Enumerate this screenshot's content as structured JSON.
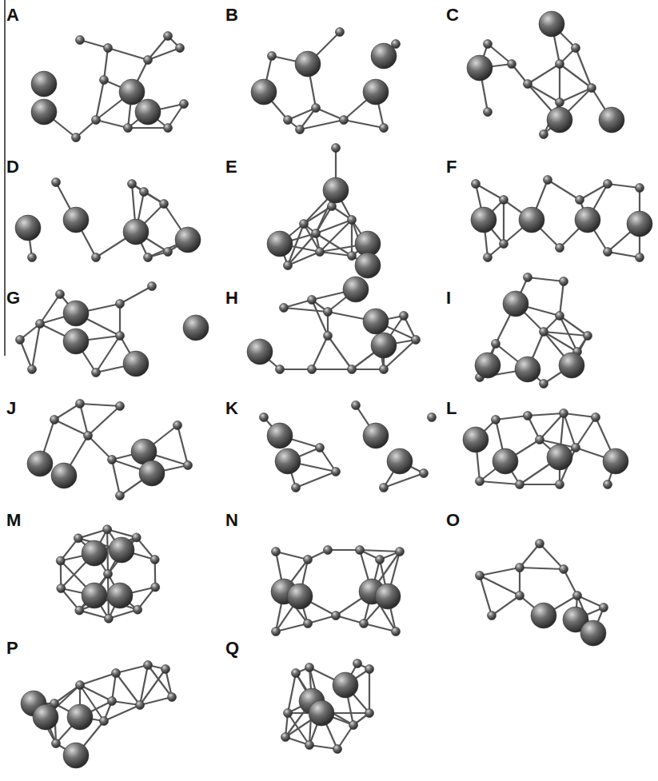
{
  "diagram": {
    "labels": [
      "A",
      "B",
      "C",
      "D",
      "E",
      "F",
      "G",
      "H",
      "I",
      "J",
      "K",
      "L",
      "M",
      "N",
      "O",
      "P",
      "Q"
    ]
  }
}
